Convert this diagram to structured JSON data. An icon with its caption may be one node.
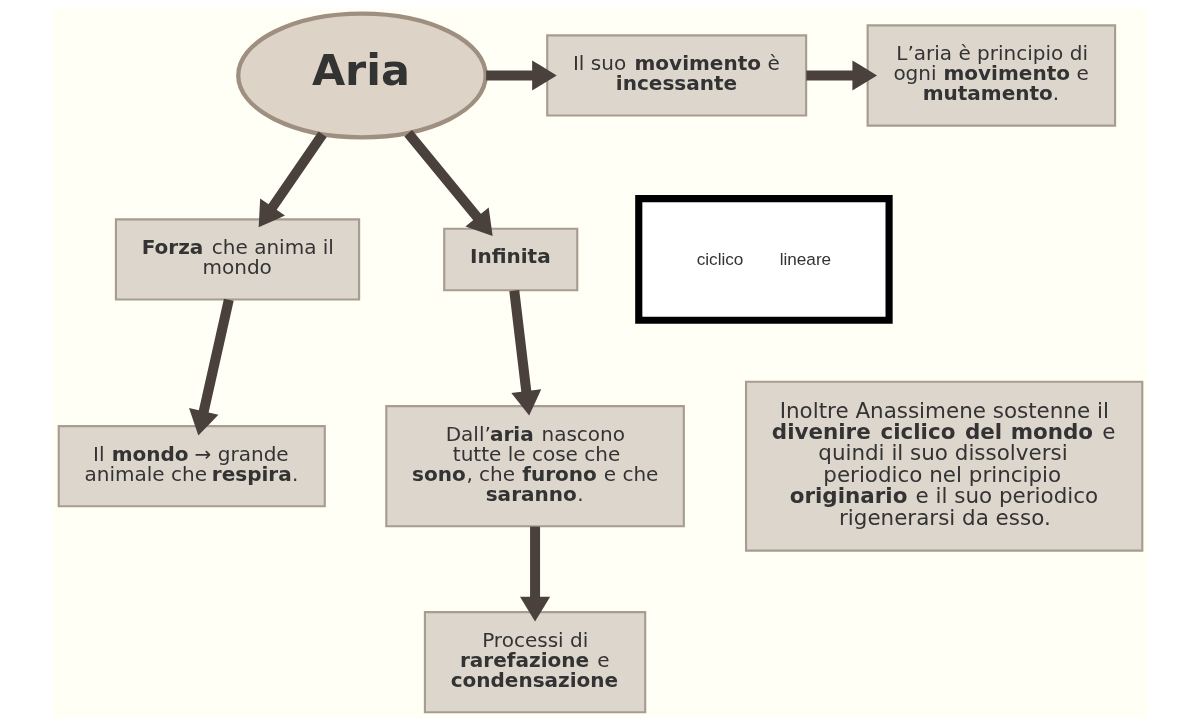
{
  "diagram": {
    "nodes": [
      {
        "text": [
          "Aria"
        ]
      },
      {
        "text": [
          "Il suo **movimento** è **incessante**"
        ]
      },
      {
        "text": [
          "L’aria è principio di ogni **movimento** e **mutamento**."
        ]
      },
      {
        "text": [
          "**Forza** che anima il mondo"
        ]
      },
      {
        "text": [
          "**Infinita**"
        ]
      },
      {
        "text": [
          "Il **mondo** → grande animale che **respira**."
        ]
      },
      {
        "text": [
          "Dall’**aria** nascono tutte le cose che **sono**, che **furono** e che **saranno**."
        ]
      },
      {
        "text": [
          "Processi di **rarefazione** e **condensazione**"
        ]
      },
      {
        "text": [
          "ciclico",
          "lineare"
        ]
      },
      {
        "text": [
          "Inoltre Anassimene sostenne il **divenire ciclico del mondo** e quindi il suo dissolversi periodico nel principio **originario** e il suo periodico rigenerarsi da esso."
        ]
      }
    ],
    "edges": [
      {
        "from": 0,
        "to": 1,
        "arrow": "to"
      },
      {
        "from": 1,
        "to": 2,
        "arrow": "to"
      },
      {
        "from": 0,
        "to": 3,
        "arrow": "to"
      },
      {
        "from": 0,
        "to": 4,
        "arrow": "to"
      },
      {
        "from": 3,
        "to": 5,
        "arrow": "to"
      },
      {
        "from": 4,
        "to": 6,
        "arrow": "to"
      },
      {
        "from": 6,
        "to": 7,
        "arrow": "to"
      }
    ]
  }
}
